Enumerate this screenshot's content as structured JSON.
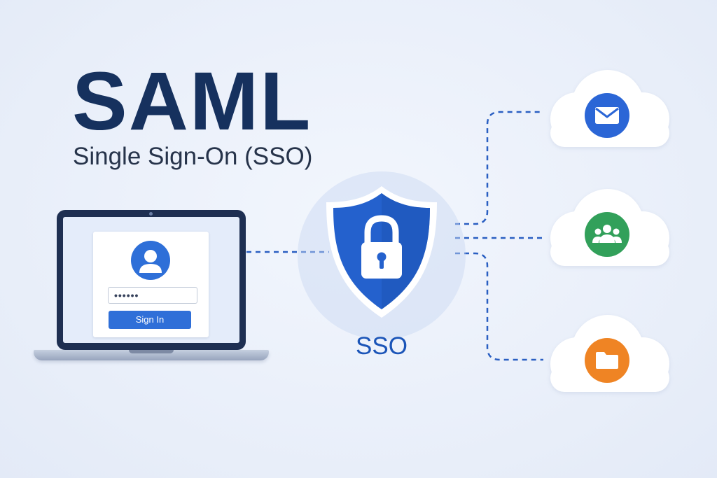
{
  "header": {
    "title": "SAML",
    "subtitle": "Single Sign-On (SSO)"
  },
  "laptop": {
    "password_mask": "••••••",
    "sign_in_label": "Sign In",
    "avatar_icon": "user-icon"
  },
  "hub": {
    "label": "SSO",
    "icon": "shield-lock-icon",
    "color": "#2461cd"
  },
  "services": [
    {
      "icon": "mail-icon",
      "color": "#2b66d6"
    },
    {
      "icon": "group-users-icon",
      "color": "#32a05a"
    },
    {
      "icon": "folder-icon",
      "color": "#ef8424"
    }
  ],
  "colors": {
    "title": "#16315e",
    "connector": "#2a5fc2",
    "background": "#eaf0fa"
  }
}
